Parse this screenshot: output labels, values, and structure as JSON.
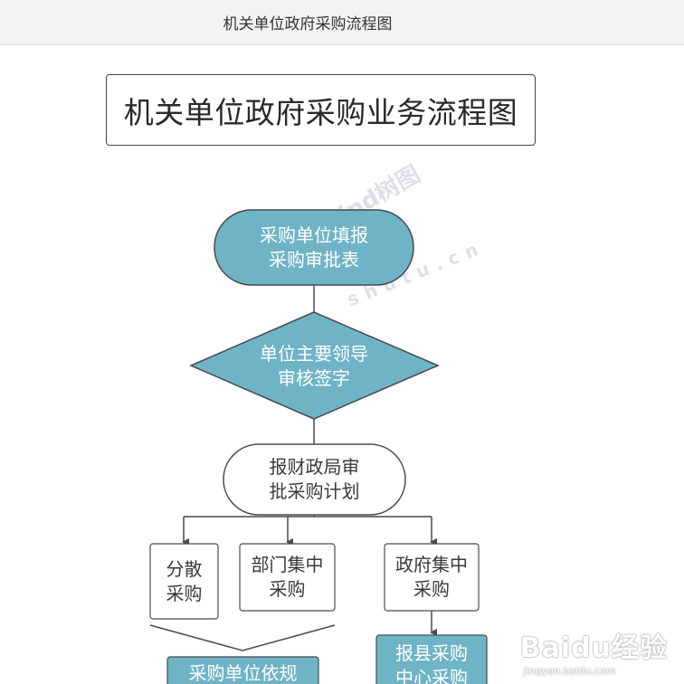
{
  "window": {
    "title": "机关单位政府采购流程图"
  },
  "diagram": {
    "title": "机关单位政府采购业务流程图",
    "nodes": {
      "start": "采购单位填报\n采购审批表",
      "decision": "单位主要领导\n审核签字",
      "finance": "报财政局审\n批采购计划",
      "scattered": "分散\n采购",
      "dept_central": "部门集中\n采购",
      "gov_central": "政府集中\n采购",
      "unit_by_rules": "采购单位依规",
      "county_center": "报县采购\n中心采购"
    },
    "colors": {
      "teal_fill": "#6fb4c6",
      "stroke": "#4a4a4a"
    }
  },
  "watermarks": {
    "treemind": "TreeMind树图",
    "shutu": "shutu.cn",
    "baidu_logo": "Baidu经验",
    "baidu_url": "jingyan.baidu.com"
  }
}
